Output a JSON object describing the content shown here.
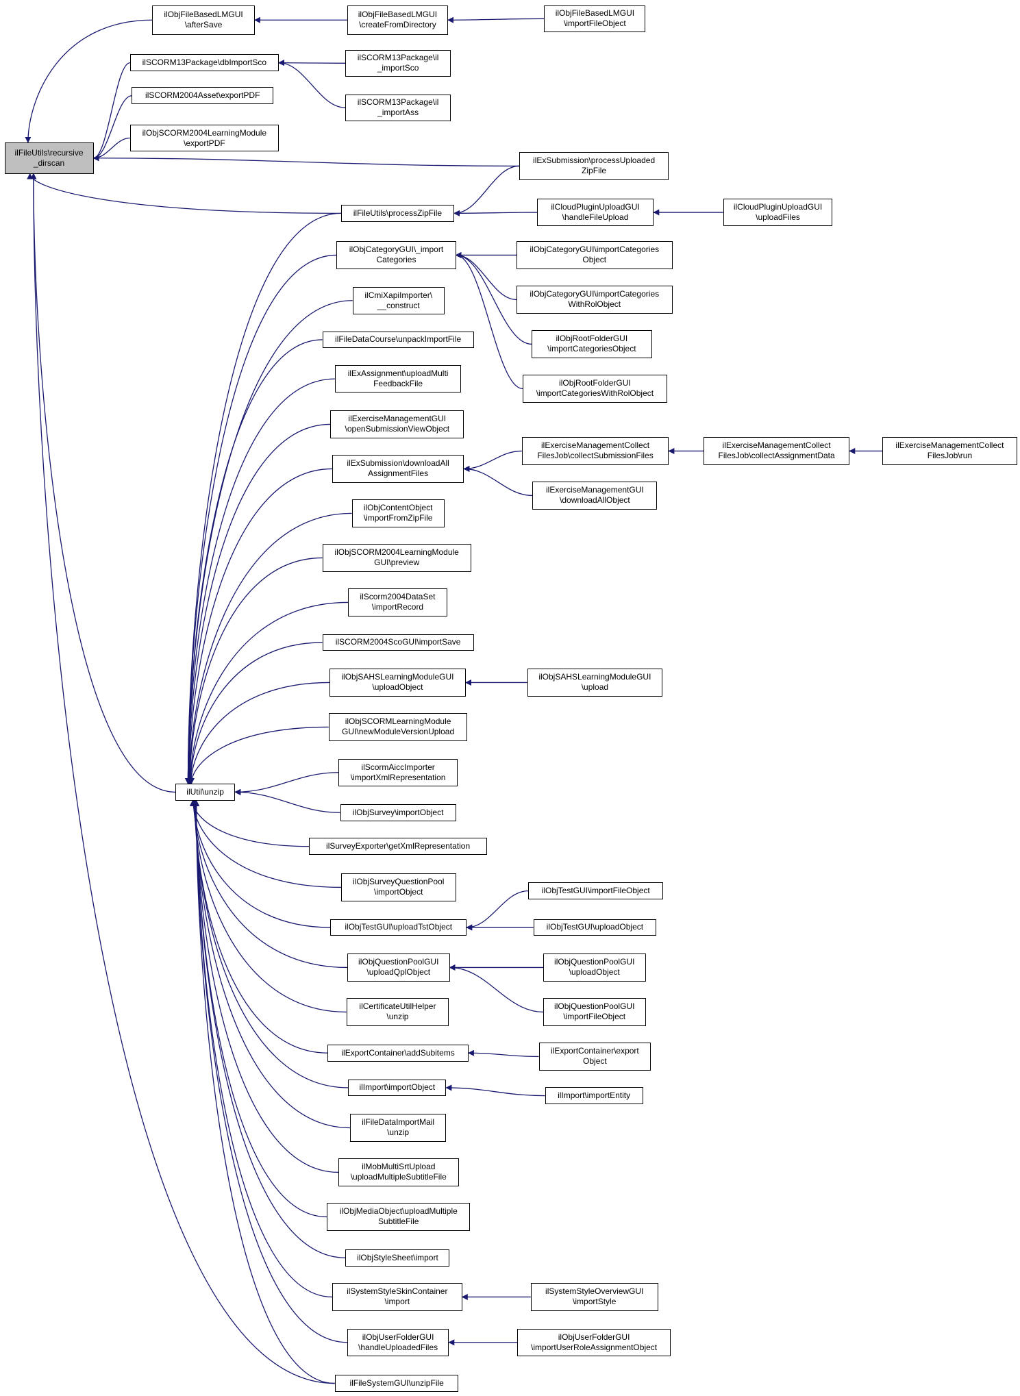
{
  "colors": {
    "edge": "#191970",
    "node_border": "#000000",
    "node_fill": "#ffffff",
    "root_fill": "#bfbfbf"
  },
  "nodes": [
    {
      "id": "root",
      "label": "ilFileUtils\\recursive\n_dirscan"
    },
    {
      "id": "afterSave",
      "label": "ilObjFileBasedLMGUI\n\\afterSave"
    },
    {
      "id": "createFromDir",
      "label": "ilObjFileBasedLMGUI\n\\createFromDirectory"
    },
    {
      "id": "importFileObjLM",
      "label": "ilObjFileBasedLMGUI\n\\importFileObject"
    },
    {
      "id": "dbImportSco",
      "label": "ilSCORM13Package\\dbImportSco"
    },
    {
      "id": "il_importSco",
      "label": "ilSCORM13Package\\il\n_importSco"
    },
    {
      "id": "il_importAss",
      "label": "ilSCORM13Package\\il\n_importAss"
    },
    {
      "id": "assetExportPDF",
      "label": "ilSCORM2004Asset\\exportPDF"
    },
    {
      "id": "lmExportPDF",
      "label": "ilObjSCORM2004LearningModule\n\\exportPDF"
    },
    {
      "id": "processUploadedZip",
      "label": "ilExSubmission\\processUploaded\nZipFile"
    },
    {
      "id": "processZipFile",
      "label": "ilFileUtils\\processZipFile"
    },
    {
      "id": "cloudHandle",
      "label": "ilCloudPluginUploadGUI\n\\handleFileUpload"
    },
    {
      "id": "cloudUpload",
      "label": "ilCloudPluginUploadGUI\n\\uploadFiles"
    },
    {
      "id": "catImport",
      "label": "ilObjCategoryGUI\\_import\nCategories"
    },
    {
      "id": "catImportObj",
      "label": "ilObjCategoryGUI\\importCategories\nObject"
    },
    {
      "id": "catImportRol",
      "label": "ilObjCategoryGUI\\importCategories\nWithRolObject"
    },
    {
      "id": "rootImportObj",
      "label": "ilObjRootFolderGUI\n\\importCategoriesObject"
    },
    {
      "id": "rootImportRol",
      "label": "ilObjRootFolderGUI\n\\importCategoriesWithRolObject"
    },
    {
      "id": "cmiXapi",
      "label": "ilCmiXapiImporter\\\n__construct"
    },
    {
      "id": "fileDataCourse",
      "label": "ilFileDataCourse\\unpackImportFile"
    },
    {
      "id": "exAssign",
      "label": "ilExAssignment\\uploadMulti\nFeedbackFile"
    },
    {
      "id": "exMgmtOpen",
      "label": "ilExerciseManagementGUI\n\\openSubmissionViewObject"
    },
    {
      "id": "downloadAll",
      "label": "ilExSubmission\\downloadAll\nAssignmentFiles"
    },
    {
      "id": "collectSub",
      "label": "ilExerciseManagementCollect\nFilesJob\\collectSubmissionFiles"
    },
    {
      "id": "collectAssign",
      "label": "ilExerciseManagementCollect\nFilesJob\\collectAssignmentData"
    },
    {
      "id": "collectRun",
      "label": "ilExerciseManagementCollect\nFilesJob\\run"
    },
    {
      "id": "downloadAllObj",
      "label": "ilExerciseManagementGUI\n\\downloadAllObject"
    },
    {
      "id": "contentImport",
      "label": "ilObjContentObject\n\\importFromZipFile"
    },
    {
      "id": "lmPreview",
      "label": "ilObjSCORM2004LearningModule\nGUI\\preview"
    },
    {
      "id": "dataSet",
      "label": "ilScorm2004DataSet\n\\importRecord"
    },
    {
      "id": "scoImportSave",
      "label": "ilSCORM2004ScoGUI\\importSave"
    },
    {
      "id": "sahsUploadObj",
      "label": "ilObjSAHSLearningModuleGUI\n\\uploadObject"
    },
    {
      "id": "sahsUpload",
      "label": "ilObjSAHSLearningModuleGUI\n\\upload"
    },
    {
      "id": "scormNewVersion",
      "label": "ilObjSCORMLearningModule\nGUI\\newModuleVersionUpload"
    },
    {
      "id": "unzip",
      "label": "ilUtil\\unzip"
    },
    {
      "id": "aiccImporter",
      "label": "ilScormAiccImporter\n\\importXmlRepresentation"
    },
    {
      "id": "surveyImport",
      "label": "ilObjSurvey\\importObject"
    },
    {
      "id": "surveyExporter",
      "label": "ilSurveyExporter\\getXmlRepresentation"
    },
    {
      "id": "surveyQP",
      "label": "ilObjSurveyQuestionPool\n\\importObject"
    },
    {
      "id": "testUploadTst",
      "label": "ilObjTestGUI\\uploadTstObject"
    },
    {
      "id": "testImportFile",
      "label": "ilObjTestGUI\\importFileObject"
    },
    {
      "id": "testUploadObj",
      "label": "ilObjTestGUI\\uploadObject"
    },
    {
      "id": "qpUploadQpl",
      "label": "ilObjQuestionPoolGUI\n\\uploadQplObject"
    },
    {
      "id": "qpUploadObj",
      "label": "ilObjQuestionPoolGUI\n\\uploadObject"
    },
    {
      "id": "qpImportFile",
      "label": "ilObjQuestionPoolGUI\n\\importFileObject"
    },
    {
      "id": "certUnzip",
      "label": "ilCertificateUtilHelper\n\\unzip"
    },
    {
      "id": "exportAddSub",
      "label": "ilExportContainer\\addSubitems"
    },
    {
      "id": "exportObj",
      "label": "ilExportContainer\\export\nObject"
    },
    {
      "id": "importObj",
      "label": "ilImport\\importObject"
    },
    {
      "id": "importEntity",
      "label": "ilImport\\importEntity"
    },
    {
      "id": "mailUnzip",
      "label": "ilFileDataImportMail\n\\unzip"
    },
    {
      "id": "mobSrt",
      "label": "ilMobMultiSrtUpload\n\\uploadMultipleSubtitleFile"
    },
    {
      "id": "mediaSrt",
      "label": "ilObjMediaObject\\uploadMultiple\nSubtitleFile"
    },
    {
      "id": "styleImport",
      "label": "ilObjStyleSheet\\import"
    },
    {
      "id": "skinImport",
      "label": "ilSystemStyleSkinContainer\n\\import"
    },
    {
      "id": "styleOverview",
      "label": "ilSystemStyleOverviewGUI\n\\importStyle"
    },
    {
      "id": "userFolderHandle",
      "label": "ilObjUserFolderGUI\n\\handleUploadedFiles"
    },
    {
      "id": "userRoleAssign",
      "label": "ilObjUserFolderGUI\n\\importUserRoleAssignmentObject"
    },
    {
      "id": "unzipFile",
      "label": "ilFileSystemGUI\\unzipFile"
    }
  ]
}
